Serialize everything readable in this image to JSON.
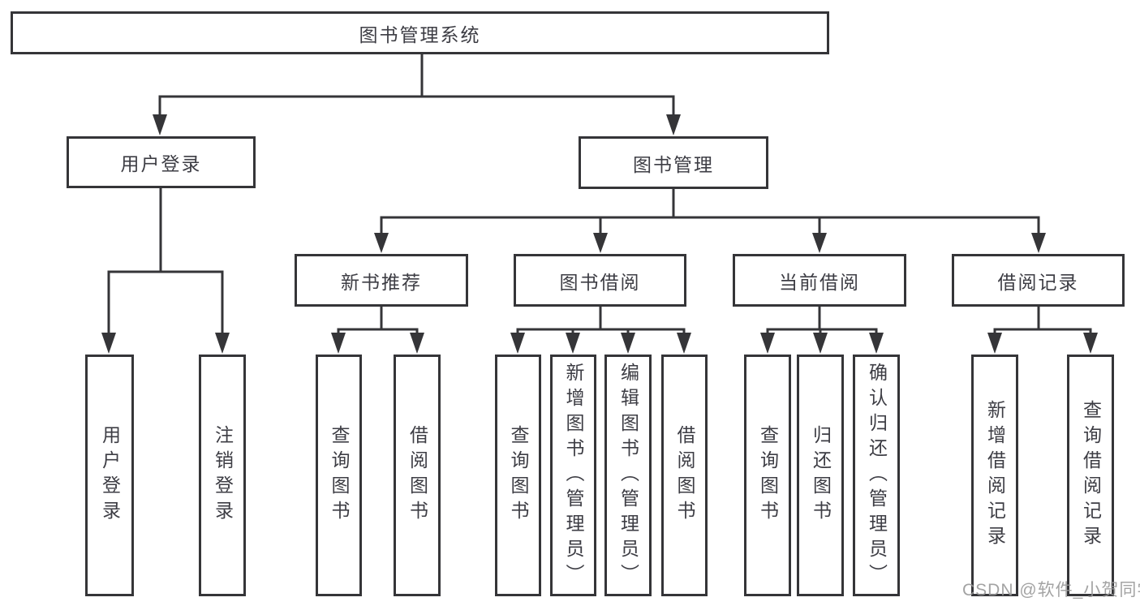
{
  "diagram": {
    "title": "图书管理系统",
    "root": {
      "label": "图书管理系统"
    },
    "branches": [
      {
        "label": "用户登录",
        "leaves": [
          {
            "label": "用户登录"
          },
          {
            "label": "注销登录"
          }
        ]
      },
      {
        "label": "图书管理",
        "groups": [
          {
            "label": "新书推荐",
            "leaves": [
              {
                "label": "查询图书"
              },
              {
                "label": "借阅图书"
              }
            ]
          },
          {
            "label": "图书借阅",
            "leaves": [
              {
                "label": "查询图书"
              },
              {
                "label": "新增图书（管理员）"
              },
              {
                "label": "编辑图书（管理员）"
              },
              {
                "label": "借阅图书"
              }
            ]
          },
          {
            "label": "当前借阅",
            "leaves": [
              {
                "label": "查询图书"
              },
              {
                "label": "归还图书"
              },
              {
                "label": "确认归还（管理员）"
              }
            ]
          },
          {
            "label": "借阅记录",
            "leaves": [
              {
                "label": "新增借阅记录"
              },
              {
                "label": "查询借阅记录"
              }
            ]
          }
        ]
      }
    ]
  },
  "watermark": {
    "text": "CSDN @软件_小贺同学"
  },
  "colors": {
    "line": "#353538",
    "text": "#3d3d44",
    "background": "#ffffff",
    "watermark": "#969696"
  }
}
